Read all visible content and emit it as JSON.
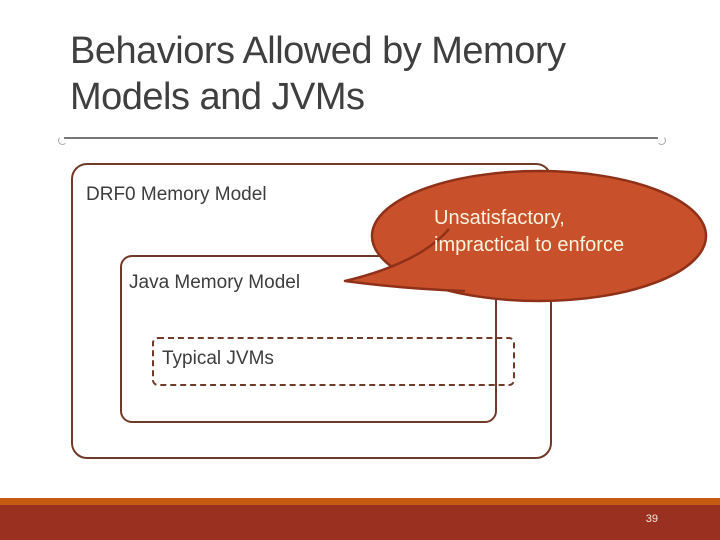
{
  "slide": {
    "title": "Behaviors Allowed by Memory Models and JVMs",
    "page_number": "39"
  },
  "diagram": {
    "outer_box_label": "DRF0 Memory Model",
    "middle_box_label": "Java Memory Model",
    "inner_box_label": "Typical JVMs",
    "callout": {
      "line1": "Unsatisfactory,",
      "line2": "impractical to enforce"
    }
  },
  "colors": {
    "title_text": "#3f3f3f",
    "title_rule": "#787878",
    "box_border": "#6f3b28",
    "label_text": "#3d3d3d",
    "callout_fill": "#c8502a",
    "callout_border": "#8f3018",
    "callout_text": "#faf3df",
    "footer_strip": "#c55a11",
    "footer_bar": "#9a3020",
    "page_number_text": "#f2e9d8"
  }
}
